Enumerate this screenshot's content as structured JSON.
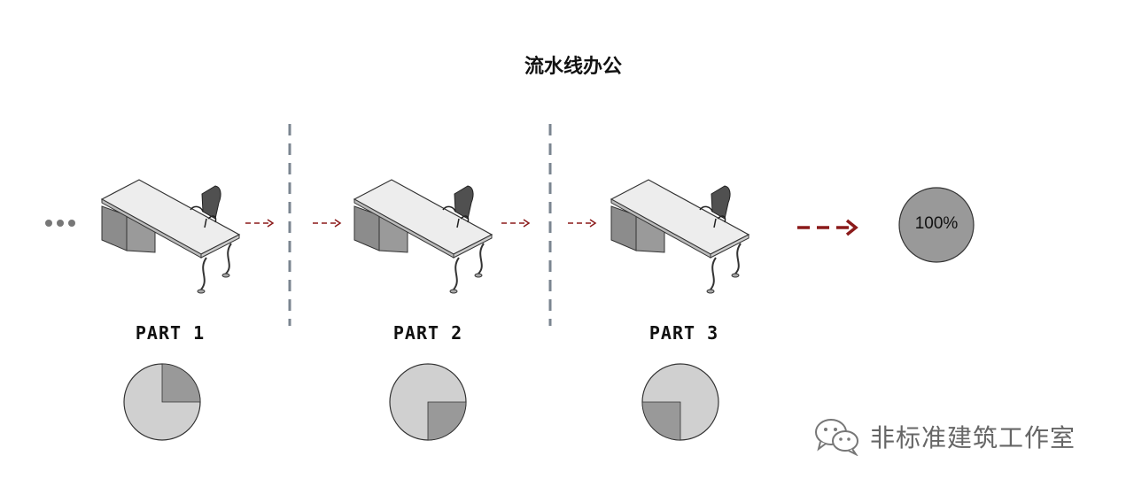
{
  "title": "流水线办公",
  "ellipsis": "•••",
  "parts": [
    {
      "label": "PART 1",
      "completed_quadrant": "top-right"
    },
    {
      "label": "PART 2",
      "completed_quadrant": "bottom-right"
    },
    {
      "label": "PART 3",
      "completed_quadrant": "bottom-left"
    }
  ],
  "result": {
    "label": "100%"
  },
  "watermark": {
    "text": "非标准建筑工作室",
    "icon": "wechat-icon"
  },
  "colors": {
    "arrow": "#8b1a1a",
    "divider": "#7b8590",
    "pie_base": "#d0d0d0",
    "pie_fill": "#999999",
    "result_fill": "#999999",
    "desk_top": "#ededed",
    "desk_cabinet": "#8c8c8c",
    "chair": "#505050"
  }
}
